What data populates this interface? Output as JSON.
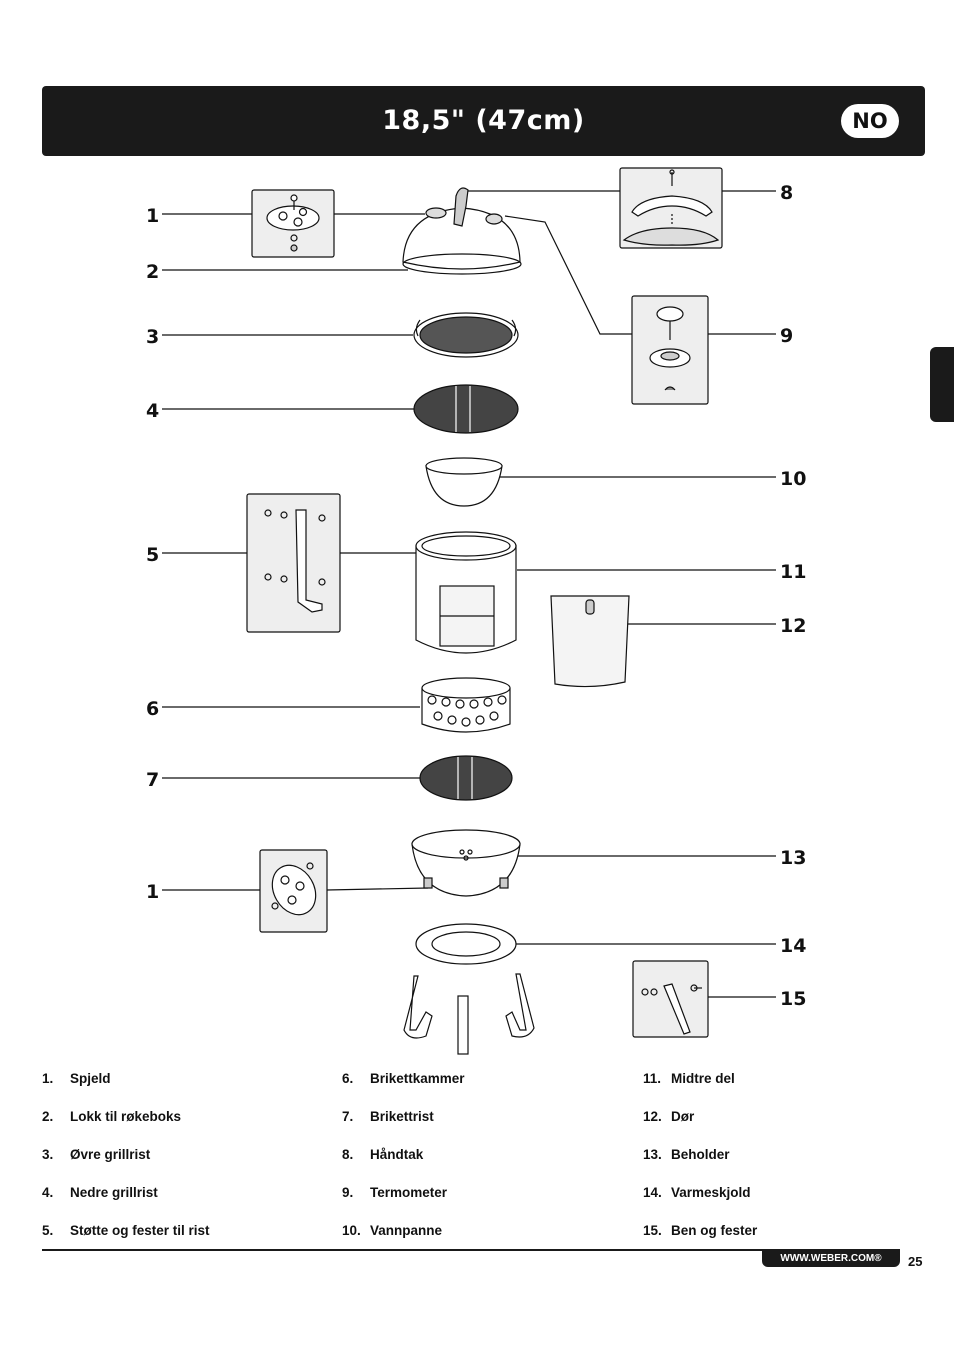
{
  "header": {
    "title": "18,5\" (47cm)",
    "badge": "NO"
  },
  "callouts": {
    "c1a": "1",
    "c2": "2",
    "c3": "3",
    "c4": "4",
    "c5": "5",
    "c6": "6",
    "c7": "7",
    "c1b": "1",
    "c8": "8",
    "c9": "9",
    "c10": "10",
    "c11": "11",
    "c12": "12",
    "c13": "13",
    "c14": "14",
    "c15": "15"
  },
  "parts": {
    "col1": [
      {
        "num": "1.",
        "label": "Spjeld"
      },
      {
        "num": "2.",
        "label": "Lokk til røkeboks"
      },
      {
        "num": "3.",
        "label": "Øvre grillrist"
      },
      {
        "num": "4.",
        "label": "Nedre grillrist"
      },
      {
        "num": "5.",
        "label": "Støtte og fester til rist"
      }
    ],
    "col2": [
      {
        "num": "6.",
        "label": "Brikettkammer"
      },
      {
        "num": "7.",
        "label": "Brikettrist"
      },
      {
        "num": "8.",
        "label": "Håndtak"
      },
      {
        "num": "9.",
        "label": "Termometer"
      },
      {
        "num": "10.",
        "label": "Vannpanne"
      }
    ],
    "col3": [
      {
        "num": "11.",
        "label": "Midtre del"
      },
      {
        "num": "12.",
        "label": "Dør"
      },
      {
        "num": "13.",
        "label": "Beholder"
      },
      {
        "num": "14.",
        "label": "Varmeskjold"
      },
      {
        "num": "15.",
        "label": "Ben og fester"
      }
    ]
  },
  "footer": {
    "url": "WWW.WEBER.COM®",
    "page": "25"
  }
}
